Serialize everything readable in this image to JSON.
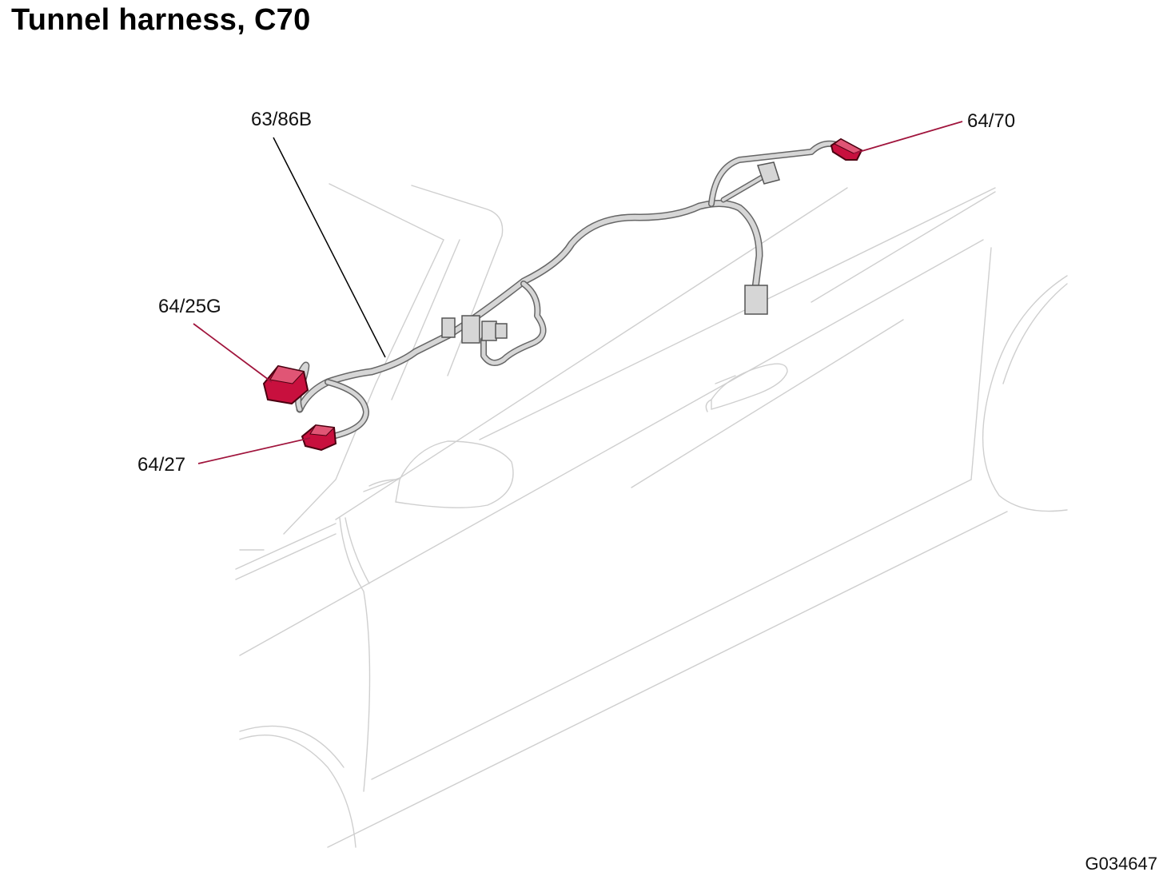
{
  "title": "Tunnel harness, C70",
  "figure_id": "G034647",
  "callouts": [
    {
      "id": "63-86b",
      "text": "63/86B"
    },
    {
      "id": "64-70",
      "text": "64/70"
    },
    {
      "id": "64-25g",
      "text": "64/25G"
    },
    {
      "id": "64-27",
      "text": "64/27"
    }
  ],
  "colors": {
    "connector_highlight": "#c8103e",
    "leader_line": "#a0143c",
    "harness": "#d6d6d6",
    "harness_outline": "#666666",
    "body_outline": "#cfcfcf"
  }
}
